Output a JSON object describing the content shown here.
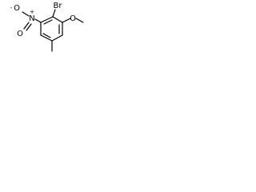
{
  "molecule": {
    "atoms": {
      "bromine": "Br",
      "nitro_oxygen_top": "O",
      "nitro_oxygen_top_charge": "-",
      "nitro_nitrogen": "N",
      "nitro_nitrogen_charge": "+",
      "nitro_oxygen_bottom": "O",
      "methoxy_oxygen": "O"
    }
  },
  "colors": {
    "bond": "#000000",
    "text": "#000000",
    "background": "#ffffff"
  }
}
